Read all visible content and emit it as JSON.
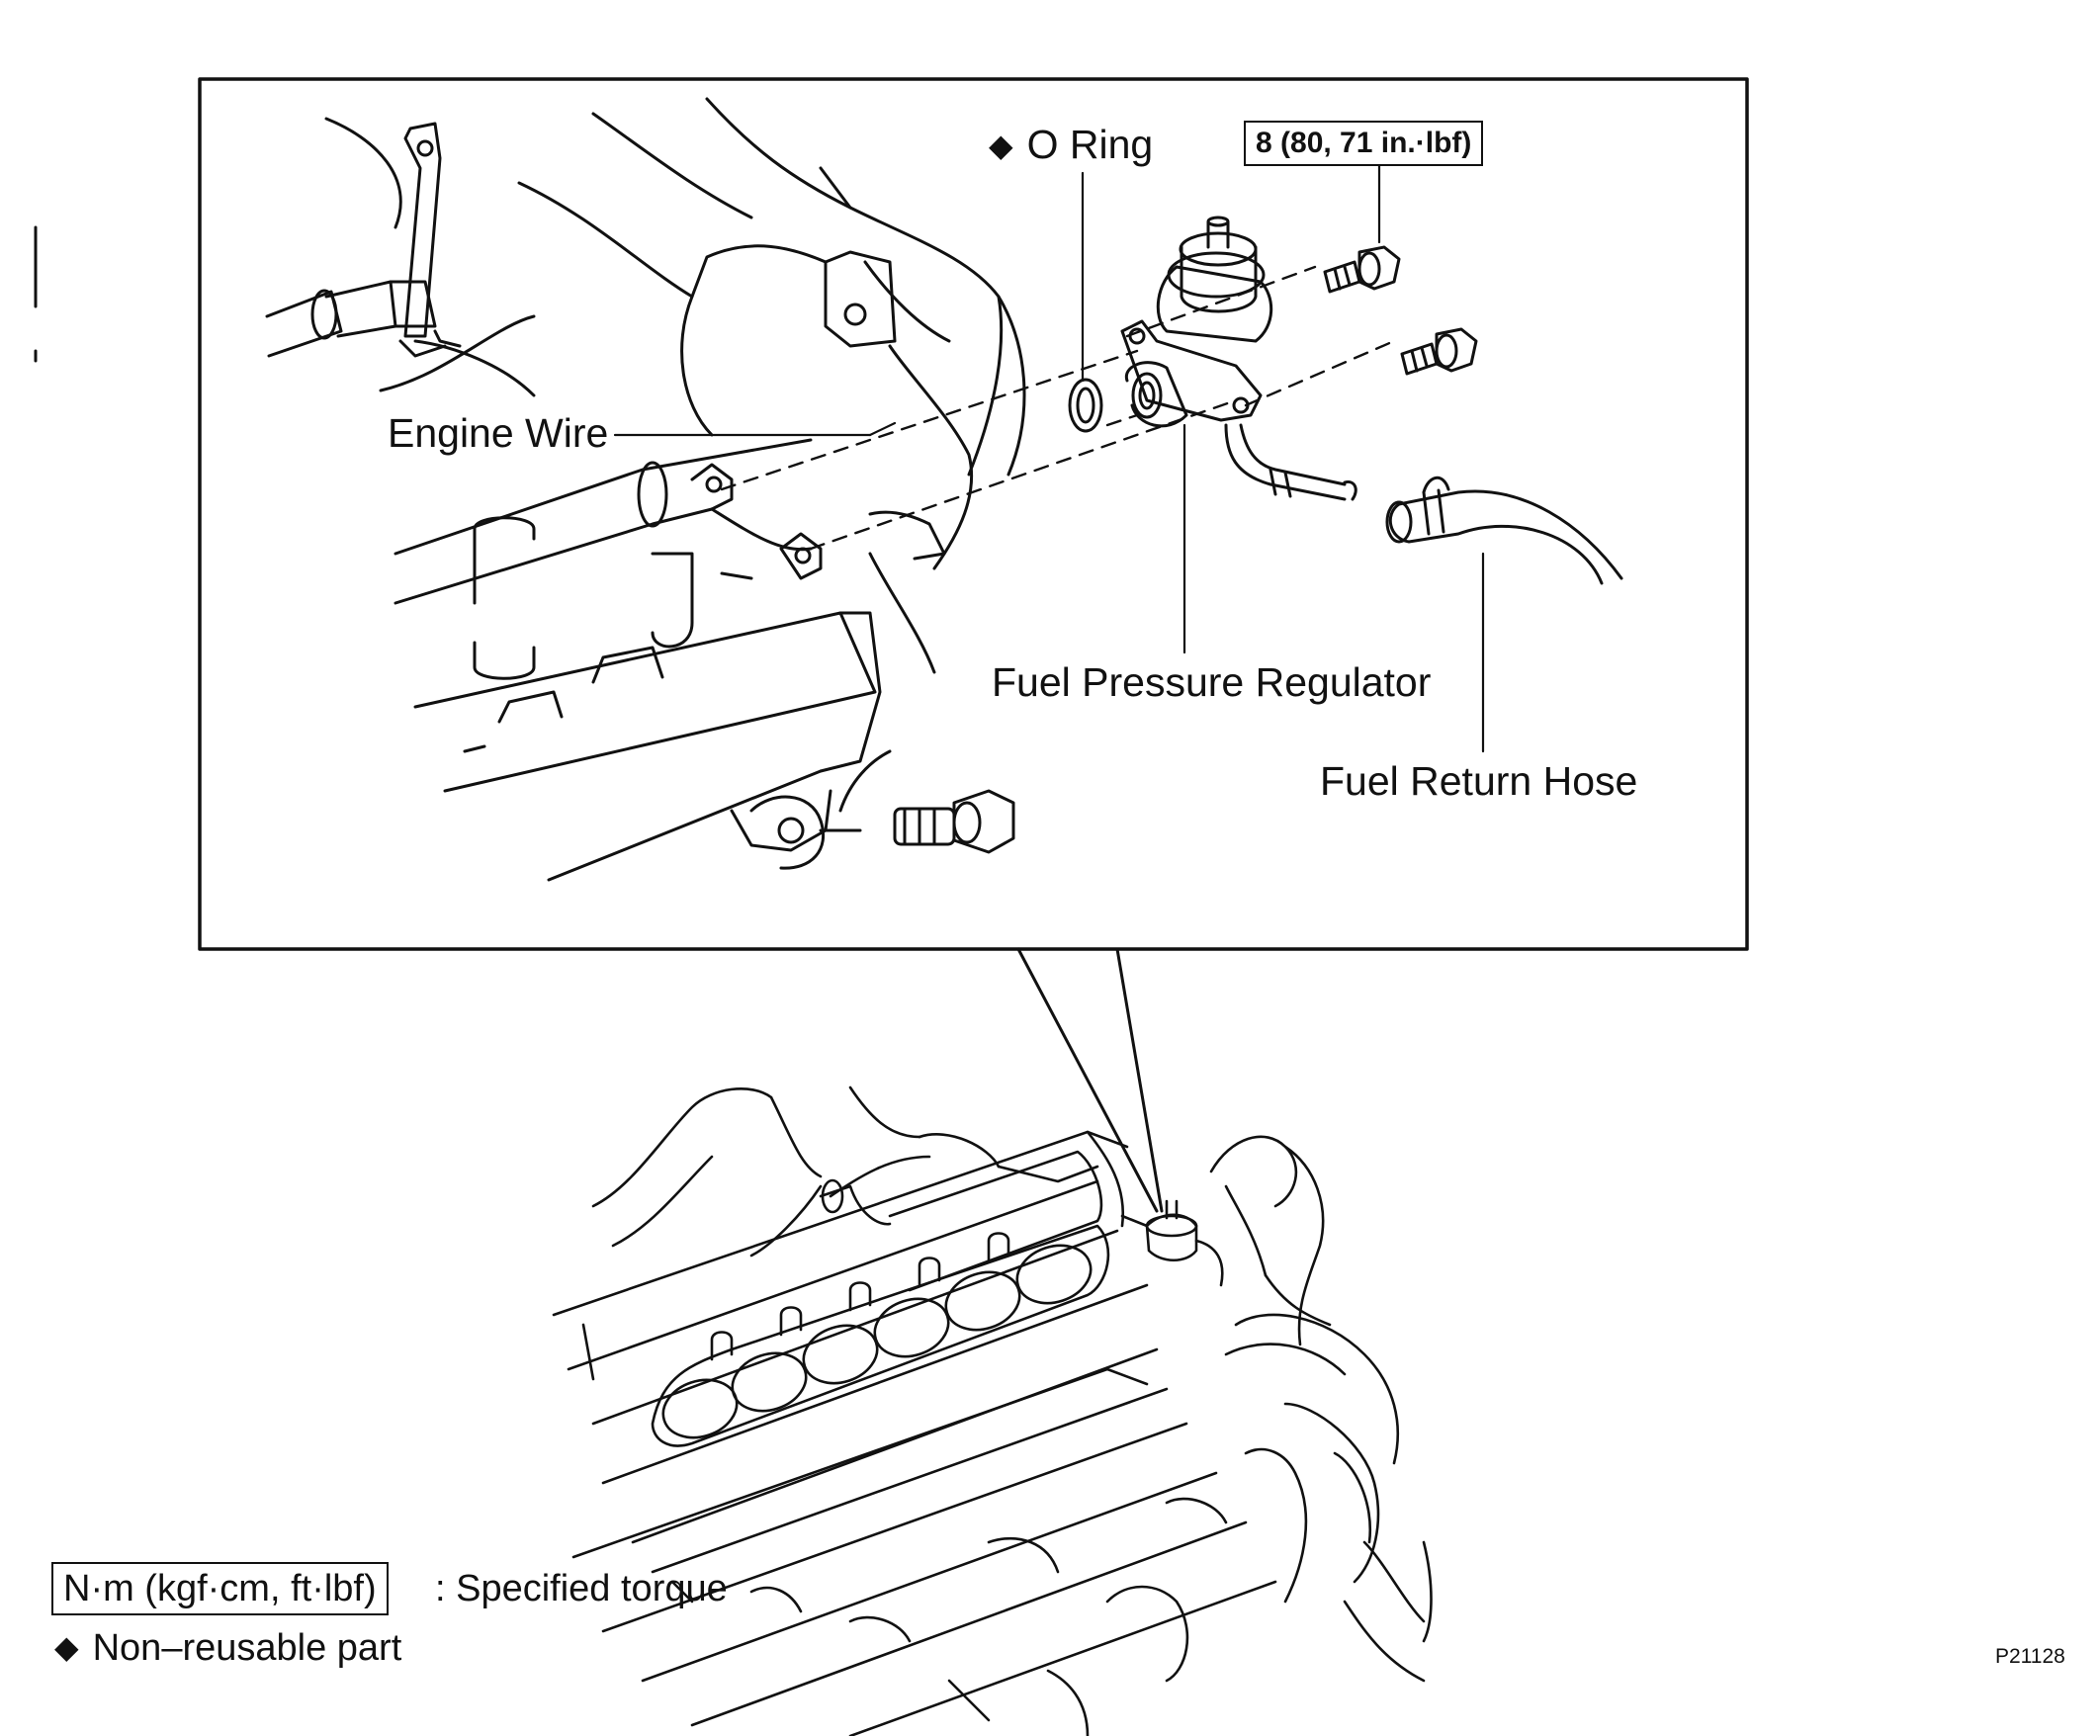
{
  "labels": {
    "o_ring": "O Ring",
    "torque_spec": "8 (80, 71 in.·lbf)",
    "engine_wire": "Engine Wire",
    "fuel_pressure_regulator": "Fuel Pressure Regulator",
    "fuel_return_hose": "Fuel Return Hose"
  },
  "legend": {
    "torque_unit": "N·m (kgf·cm, ft·lbf)",
    "torque_desc": ": Specified torque",
    "non_reusable": "Non–reusable part",
    "diamond_icon": "◆"
  },
  "figure_code": "P21128"
}
